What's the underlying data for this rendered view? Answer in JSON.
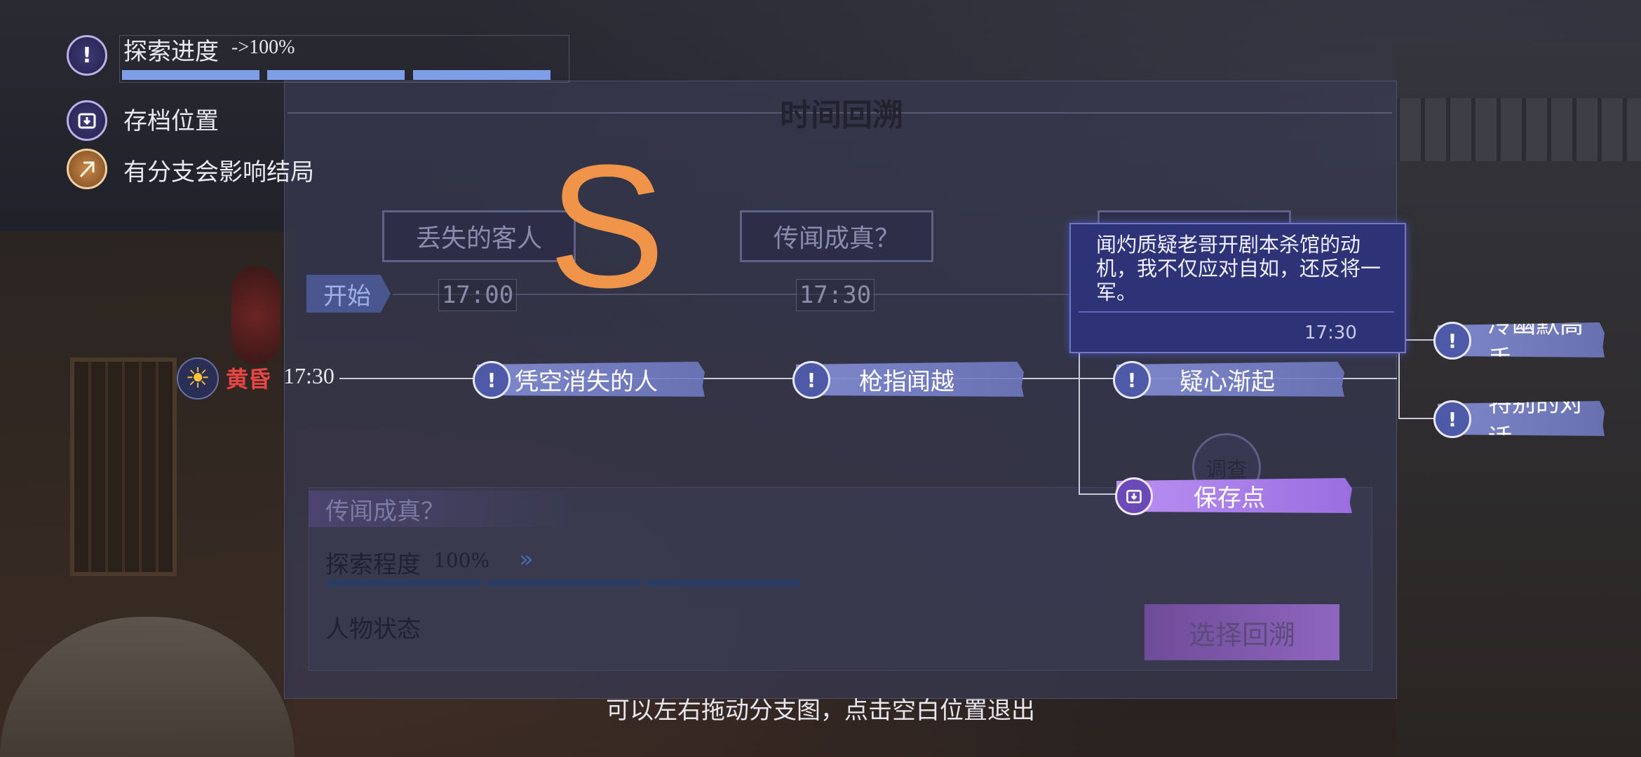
{
  "legend": {
    "progress_label": "探索进度",
    "progress_value": "->100%",
    "progress_fraction": 1.0,
    "save_label": "存档位置",
    "branch_label": "有分支会影响结局"
  },
  "title": "时间回溯",
  "background_chapters": [
    {
      "name": "丢失的客人",
      "time": "17:00"
    },
    {
      "name": "传闻成真？",
      "time": "17:30"
    }
  ],
  "start_label": "开始",
  "timeline": {
    "period": "黄昏",
    "time": "17:30",
    "nodes": [
      {
        "label": "凭空消失的人",
        "icon": "exclamation-icon"
      },
      {
        "label": "枪指闻越",
        "icon": "exclamation-icon"
      },
      {
        "label": "疑心渐起",
        "icon": "exclamation-icon"
      },
      {
        "label": "保存点",
        "icon": "save-icon"
      },
      {
        "label": "冷幽默高手",
        "icon": "exclamation-icon"
      },
      {
        "label": "特别的对话",
        "icon": "exclamation-icon"
      }
    ]
  },
  "tooltip": {
    "text": "闻灼质疑老哥开剧本杀馆的动机，我不仅应对自如，还反将一军。",
    "time": "17:30"
  },
  "info_panel": {
    "title": "传闻成真？",
    "explore_label": "探索程度",
    "explore_value": "100%",
    "status_label": "人物状态",
    "investigate": "调查",
    "select_button": "选择回溯"
  },
  "hint": "可以左右拖动分支图，点击空白位置退出",
  "watermark": "S",
  "colors": {
    "node": "#7f8ad0",
    "save_node": "#b08cf0",
    "tooltip_bg": "#2e3378",
    "dusk": "#e84545",
    "watermark": "#f0944a",
    "progress": "#7e9ee8"
  }
}
